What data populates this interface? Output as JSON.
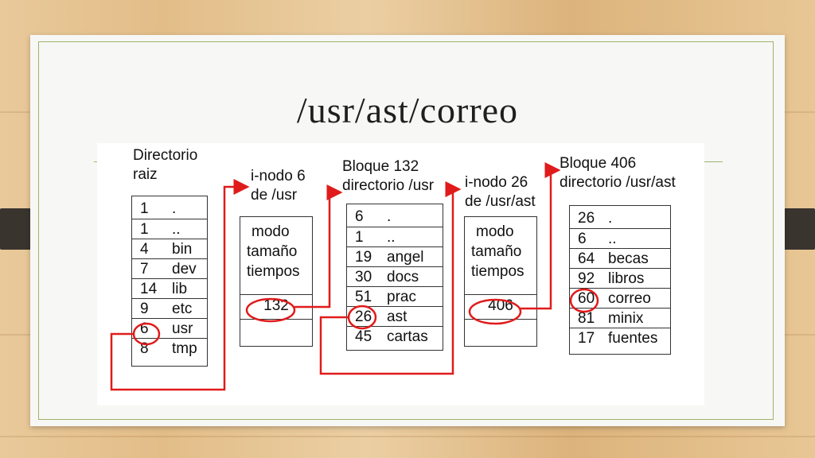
{
  "slide": {
    "title": "/usr/ast/correo"
  },
  "root_directory": {
    "label": [
      "Directorio",
      "raiz"
    ],
    "entries": [
      {
        "inode": "1",
        "name": "."
      },
      {
        "inode": "1",
        "name": ".."
      },
      {
        "inode": "4",
        "name": "bin"
      },
      {
        "inode": "7",
        "name": "dev"
      },
      {
        "inode": "14",
        "name": "lib"
      },
      {
        "inode": "9",
        "name": "etc"
      },
      {
        "inode": "6",
        "name": "usr"
      },
      {
        "inode": "8",
        "name": "tmp"
      }
    ],
    "highlighted": "6"
  },
  "inode_usr": {
    "label": [
      "i-nodo 6",
      "de /usr"
    ],
    "fields": [
      "modo",
      "tamaño",
      "tiempos"
    ],
    "block": "132"
  },
  "block_132": {
    "label": [
      "Bloque 132",
      "directorio /usr"
    ],
    "entries": [
      {
        "inode": "6",
        "name": "."
      },
      {
        "inode": "1",
        "name": ".."
      },
      {
        "inode": "19",
        "name": "angel"
      },
      {
        "inode": "30",
        "name": "docs"
      },
      {
        "inode": "51",
        "name": "prac"
      },
      {
        "inode": "26",
        "name": "ast"
      },
      {
        "inode": "45",
        "name": "cartas"
      }
    ],
    "highlighted": "26"
  },
  "inode_ast": {
    "label": [
      "i-nodo 26",
      "de /usr/ast"
    ],
    "fields": [
      "modo",
      "tamaño",
      "tiempos"
    ],
    "block": "406"
  },
  "block_406": {
    "label": [
      "Bloque 406",
      "directorio /usr/ast"
    ],
    "entries": [
      {
        "inode": "26",
        "name": "."
      },
      {
        "inode": "6",
        "name": ".."
      },
      {
        "inode": "64",
        "name": "becas"
      },
      {
        "inode": "92",
        "name": "libros"
      },
      {
        "inode": "60",
        "name": "correo"
      },
      {
        "inode": "81",
        "name": "minix"
      },
      {
        "inode": "17",
        "name": "fuentes"
      }
    ],
    "highlighted": "60"
  },
  "colors": {
    "highlight": "#e01b1b",
    "frame": "#9fb36a"
  }
}
